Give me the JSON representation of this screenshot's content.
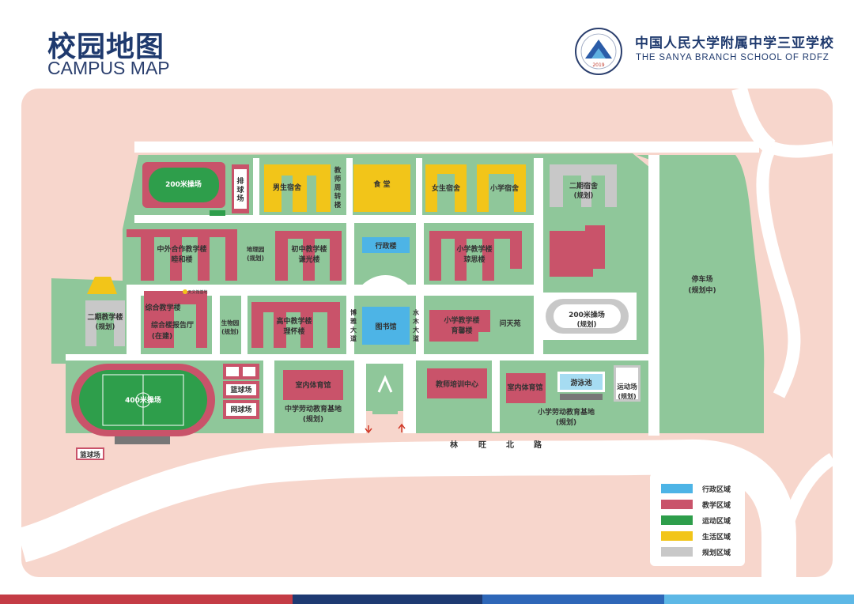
{
  "header": {
    "title": "校园地图",
    "subtitle": "CAMPUS MAP",
    "school_name_cn": "中国人民大学附属中学三亚学校",
    "school_name_en": "THE SANYA BRANCH SCHOOL OF RDFZ",
    "logo_year": "2019"
  },
  "colors": {
    "admin": "#4db4e6",
    "teaching": "#c9536a",
    "sports": "#2e9e4b",
    "living": "#f2c519",
    "planned": "#c8c8c8",
    "campus_green": "#8fc79a",
    "outside": "#f7d6cc",
    "road": "#ffffff"
  },
  "labels": {
    "track200": "200米操场",
    "volleyball": [
      "排",
      "球",
      "场"
    ],
    "boys_dorm": "男生宿舍",
    "teacher_apt": [
      "教",
      "师",
      "周",
      "转",
      "楼"
    ],
    "canteen": "食  堂",
    "girls_dorm": "女生宿舍",
    "primary_dorm": "小学宿舍",
    "phase2_dorm": "二期宿舍",
    "phase2_dorm_note": "(规划)",
    "sino_foreign": "中外合作教学楼",
    "sino_foreign_name": "睦和楼",
    "geo_garden": "地理园",
    "geo_garden_note": "(规划)",
    "junior_teaching": "初中教学楼",
    "junior_name": "谦光楼",
    "admin_building": "行政楼",
    "primary_teaching1": "小学教学楼",
    "primary_name1": "琼思楼",
    "phase2_teaching": "二期教学楼",
    "phase2_teaching_note": "(规划)",
    "comprehensive": "综合教学楼",
    "auditorium": "综合楼报告厅",
    "auditorium_note": "(在建)",
    "museum_tag": "天文馆基地",
    "bio_garden": "生物园",
    "bio_garden_note": "(规划)",
    "senior_teaching": "高中教学楼",
    "senior_name": "理怀楼",
    "boya_road": [
      "博",
      "雅",
      "大",
      "道"
    ],
    "library": "图书馆",
    "shuimu_road": [
      "水",
      "木",
      "大",
      "道"
    ],
    "primary_teaching2": "小学教学楼",
    "primary_name2": "育馨楼",
    "wentian": "问天苑",
    "parking": "停车场",
    "parking_note": "(规划中)",
    "track200b": "200米操场",
    "track200b_note": "(规划)",
    "track400": "400米操场",
    "basketball1": "篮球场",
    "tennis": "网球场",
    "indoor_gym1": "室内体育馆",
    "labor_middle": "中学劳动教育基地",
    "labor_middle_note": "(规划)",
    "teacher_training": "教师培训中心",
    "indoor_gym2": "室内体育馆",
    "pool": "游泳池",
    "sports_field": "运动场",
    "sports_field_note": "(规划)",
    "labor_primary": "小学劳动教育基地",
    "labor_primary_note": "(规划)",
    "basketball2": "篮球场",
    "road_name": [
      "林",
      "旺",
      "北",
      "路"
    ]
  },
  "legend": [
    {
      "label": "行政区域",
      "color": "#4db4e6"
    },
    {
      "label": "教学区域",
      "color": "#c9536a"
    },
    {
      "label": "运动区域",
      "color": "#2e9e4b"
    },
    {
      "label": "生活区域",
      "color": "#f2c519"
    },
    {
      "label": "规划区域",
      "color": "#c8c8c8"
    }
  ]
}
